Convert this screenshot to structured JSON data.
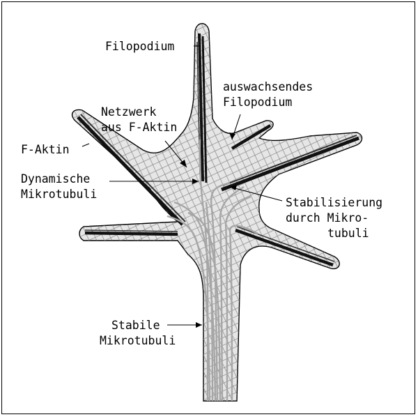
{
  "labels": {
    "filopodium": "Filopodium",
    "growing_filopodium": [
      "auswachsendes",
      "Filopodium"
    ],
    "actin_network": [
      "Netzwerk",
      "aus F-Aktin"
    ],
    "f_actin": "F-Aktin",
    "dynamic_microtubules": [
      "Dynamische",
      "Mikrotubuli"
    ],
    "stabilization": [
      "Stabilisierung",
      "durch Mikro-",
      "tubuli"
    ],
    "stable_microtubules": [
      "Stabile",
      "Mikrotubuli"
    ]
  },
  "colors": {
    "outline": "#000000",
    "cytoplasm": "#e6e6e6",
    "actin_bundle": "#1a1a1a",
    "microtubule": "#a8a8a8",
    "mesh": "#6e6e6e",
    "background": "#ffffff"
  }
}
